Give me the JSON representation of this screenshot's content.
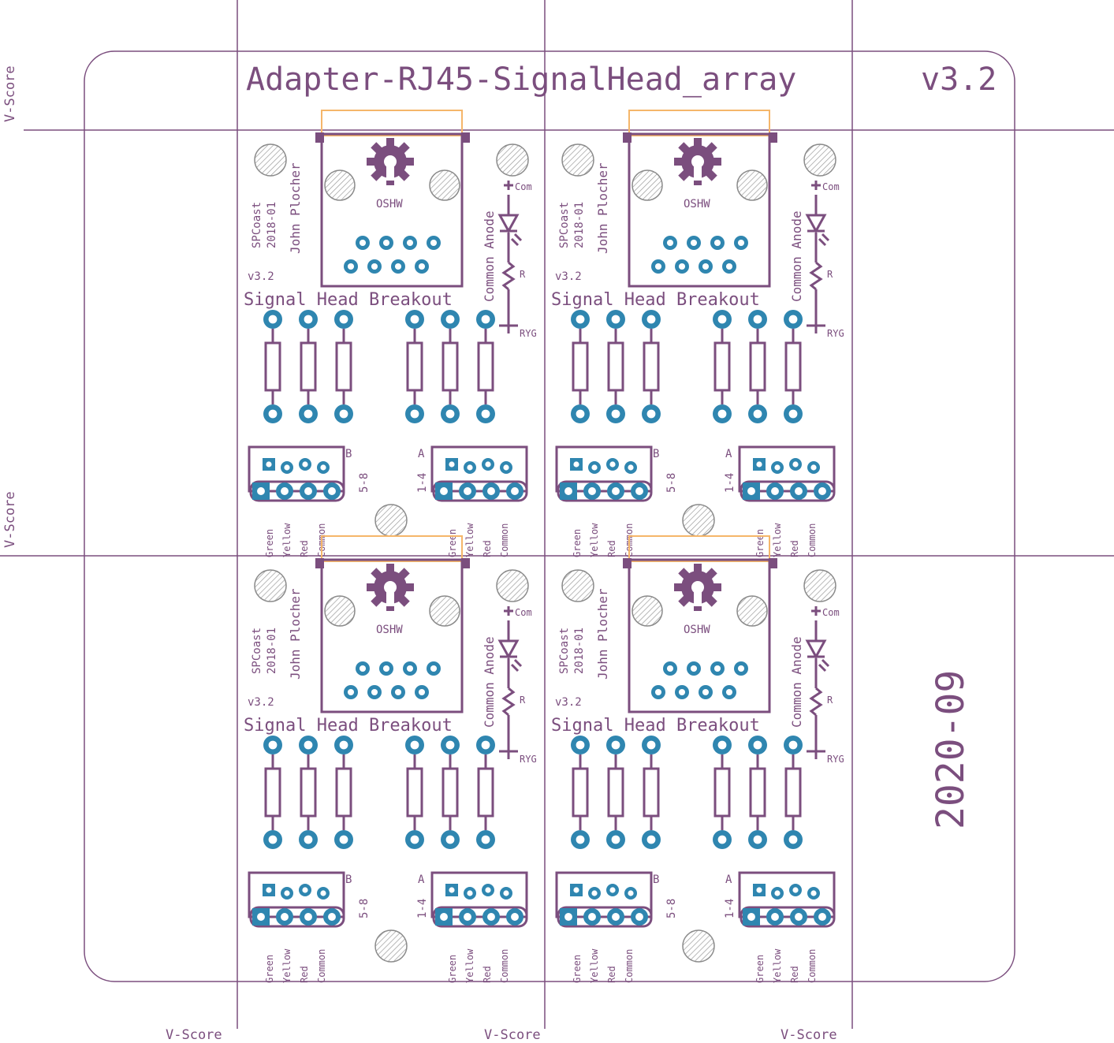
{
  "title": "Adapter-RJ45-SignalHead_array",
  "version": "v3.2",
  "date": "2020-09",
  "vscore_label": "V-Score",
  "module": {
    "credit_lines": [
      "SPCoast",
      "2018-01",
      "John Plocher"
    ],
    "version": "v3.2",
    "heading": "Signal Head Breakout",
    "oshw": "OSHW",
    "schematic": {
      "vertical_label": "Common Anode",
      "com_label": "Com",
      "r_label": "R",
      "ryg_label": "RYG"
    },
    "connector_b": {
      "letter": "B",
      "range": "5-8"
    },
    "connector_a": {
      "letter": "A",
      "range": "1-4"
    },
    "pin_labels": [
      "Green",
      "Yellow",
      "Red",
      "Common"
    ]
  },
  "colors": {
    "silkscreen": "#7b4e7e",
    "copper": "#2f86b0",
    "outline": "#f5b66a",
    "board": "#ffffff"
  }
}
